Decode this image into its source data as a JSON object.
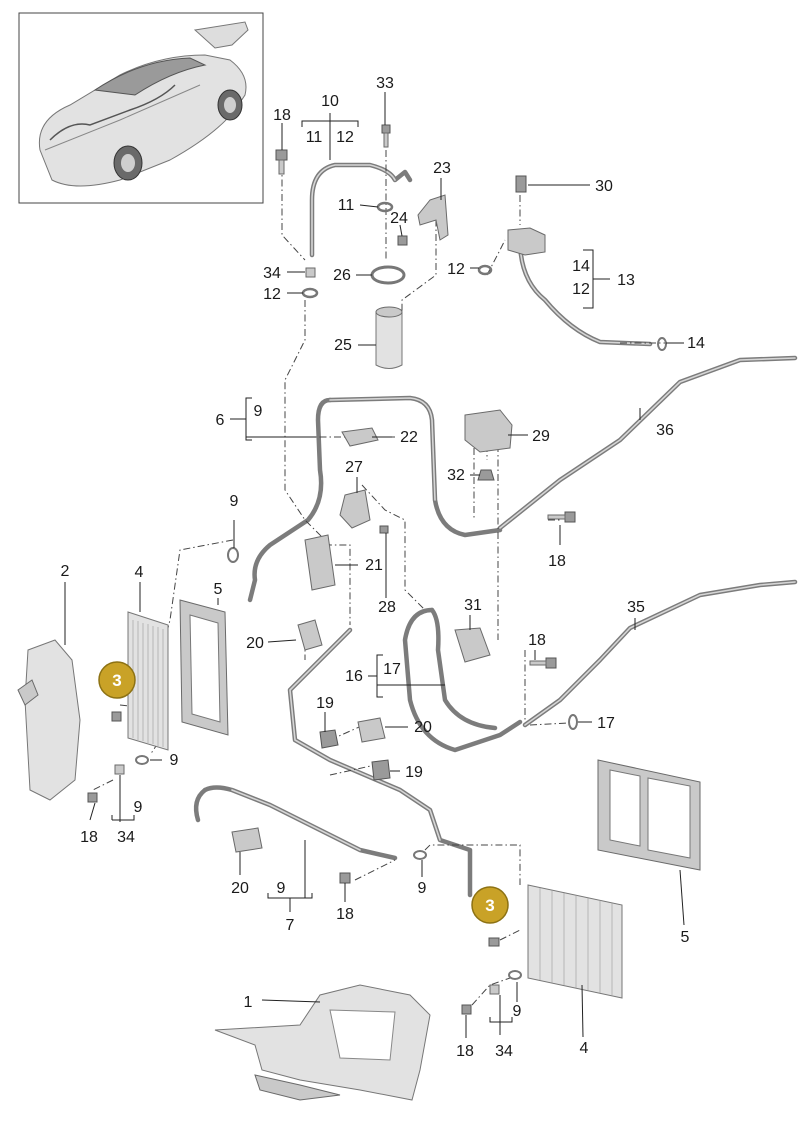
{
  "labels": {
    "l1": "1",
    "l2": "2",
    "l4a": "4",
    "l4b": "4",
    "l5a": "5",
    "l5b": "5",
    "l6": "6",
    "l7": "7",
    "l9a": "9",
    "l9b": "9",
    "l9c": "9",
    "l9d": "9",
    "l9e": "9",
    "l9f": "9",
    "l9g": "9",
    "l10": "10",
    "l11a": "11",
    "l11b": "11",
    "l12a": "12",
    "l12b": "12",
    "l12c": "12",
    "l12d": "12",
    "l13": "13",
    "l14a": "14",
    "l14b": "14",
    "l16": "16",
    "l17a": "17",
    "l17b": "17",
    "l18a": "18",
    "l18b": "18",
    "l18c": "18",
    "l18d": "18",
    "l18e": "18",
    "l18f": "18",
    "l19a": "19",
    "l19b": "19",
    "l20a": "20",
    "l20b": "20",
    "l20c": "20",
    "l21": "21",
    "l22": "22",
    "l23": "23",
    "l24": "24",
    "l25": "25",
    "l26": "26",
    "l27": "27",
    "l28": "28",
    "l29": "29",
    "l30": "30",
    "l31": "31",
    "l32": "32",
    "l33": "33",
    "l34a": "34",
    "l34b": "34",
    "l34c": "34",
    "l35": "35",
    "l36": "36"
  },
  "badges": {
    "b3a": "3",
    "b3b": "3"
  },
  "colors": {
    "badge": "#c9a227",
    "pipe": "#7c7c7c",
    "part": "#c9c9c9"
  }
}
